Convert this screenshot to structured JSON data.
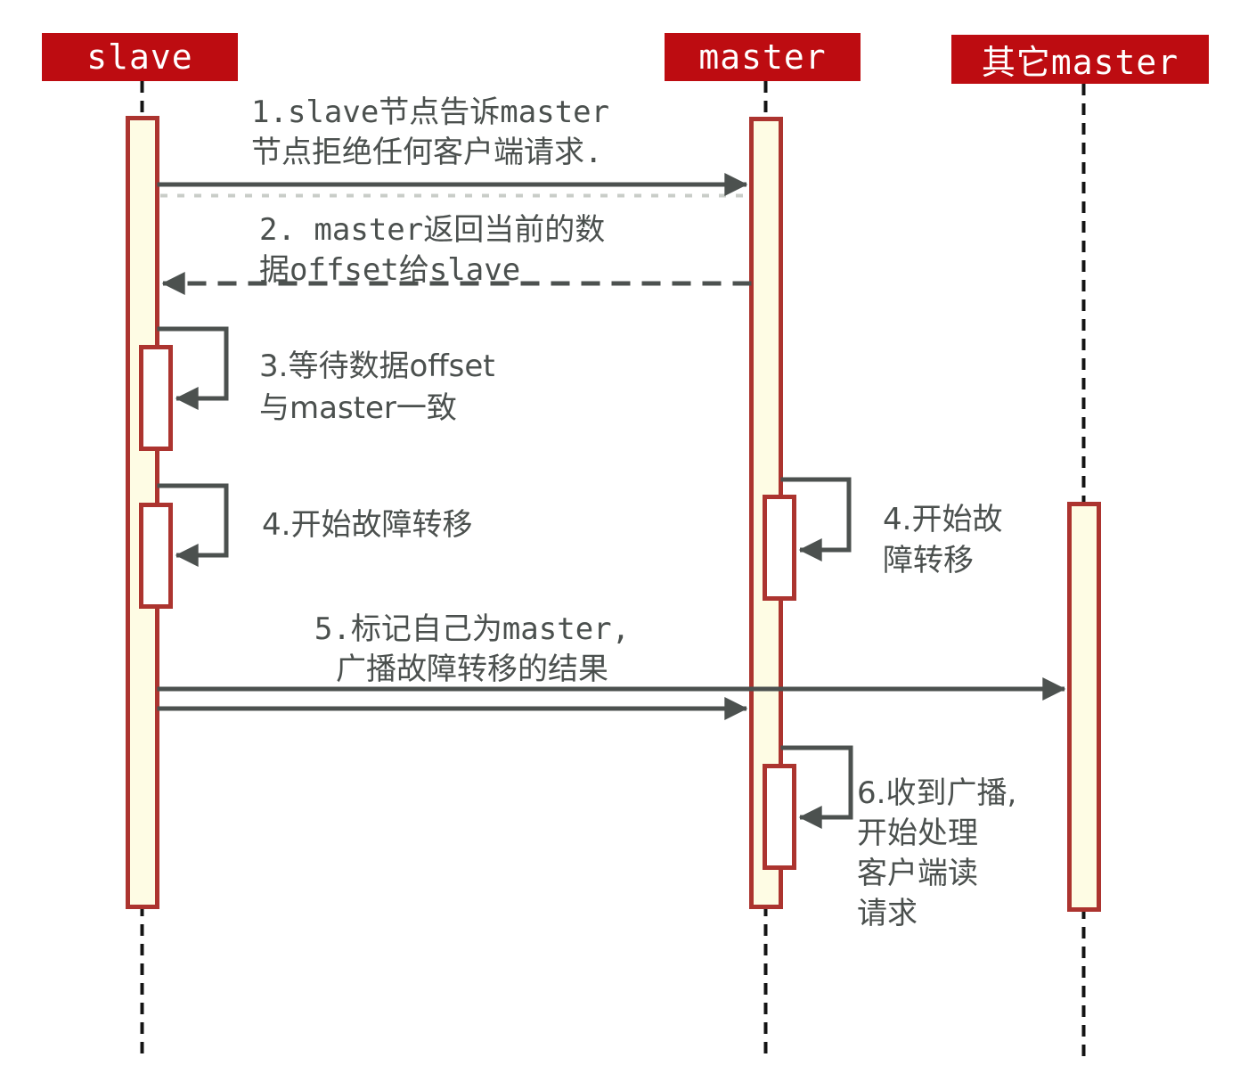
{
  "participants": [
    {
      "label": "slave"
    },
    {
      "label": "master"
    },
    {
      "label": "其它master"
    }
  ],
  "messages": {
    "m1": {
      "from": "slave",
      "to": "master",
      "style": "solid-arrow",
      "lines": [
        "1.slave节点告诉master",
        "节点拒绝任何客户端请求."
      ]
    },
    "m2": {
      "from": "master",
      "to": "slave",
      "style": "dashed-arrow",
      "lines": [
        "2. master返回当前的数",
        "据offset给slave"
      ]
    },
    "m3": {
      "on": "slave",
      "style": "self-loop",
      "lines": [
        "3.等待数据offset",
        "与master一致"
      ]
    },
    "m4_slave": {
      "on": "slave",
      "style": "self-loop",
      "lines": [
        "4.开始故障转移"
      ]
    },
    "m4_master": {
      "on": "master",
      "style": "self-loop",
      "lines": [
        "4.开始故",
        "障转移"
      ]
    },
    "m5": {
      "from": "slave",
      "to": "master, 其它master",
      "style": "solid-arrow",
      "lines": [
        "5.标记自己为master,",
        "广播故障转移的结果"
      ]
    },
    "m6": {
      "on": "master",
      "style": "self-loop",
      "lines": [
        "6.收到广播,",
        "开始处理",
        "客户端读",
        "请求"
      ]
    }
  },
  "colors": {
    "header_bg": "#bd0c11",
    "header_text": "#ffffff",
    "bar_border": "#ac342f",
    "bar_fill": "#fefce4",
    "sub_bar_fill": "#ffffff",
    "arrow": "#4c514f",
    "text": "#4b504e",
    "lifeline": "#141414"
  }
}
